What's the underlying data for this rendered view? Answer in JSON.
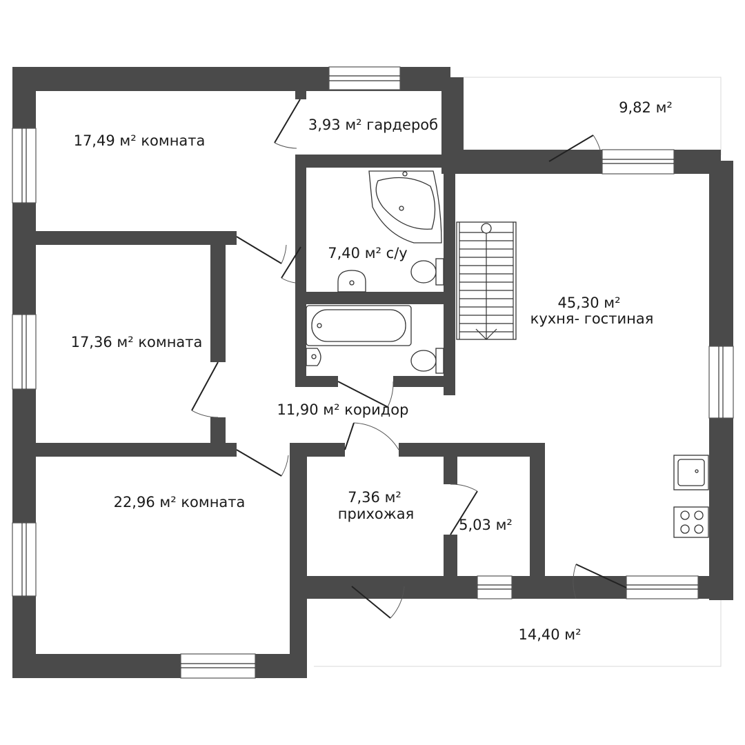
{
  "plan": {
    "rooms": [
      {
        "id": "room1",
        "area": "17,49 м²",
        "name": "комната"
      },
      {
        "id": "closet",
        "area": "3,93 м²",
        "name": "гардероб"
      },
      {
        "id": "terrace_top",
        "area": "9,82  м²",
        "name": ""
      },
      {
        "id": "bath1",
        "area": "7,40 м²",
        "name": "с/у"
      },
      {
        "id": "room2",
        "area": "17,36 м²",
        "name": "комната"
      },
      {
        "id": "kitchen",
        "area": "45,30 м²",
        "name": "кухня- гостиная"
      },
      {
        "id": "corridor",
        "area": "11,90 м²",
        "name": "коридор"
      },
      {
        "id": "room3",
        "area": "22,96 м²",
        "name": "комната"
      },
      {
        "id": "hall",
        "area": "7,36 м²",
        "name": "прихожая"
      },
      {
        "id": "storage",
        "area": "5,03 м²",
        "name": ""
      },
      {
        "id": "terrace_bottom",
        "area": "14,40 м²",
        "name": ""
      }
    ],
    "colors": {
      "wall": "#4a4a4a",
      "background": "#ffffff",
      "line": "#333333"
    }
  }
}
